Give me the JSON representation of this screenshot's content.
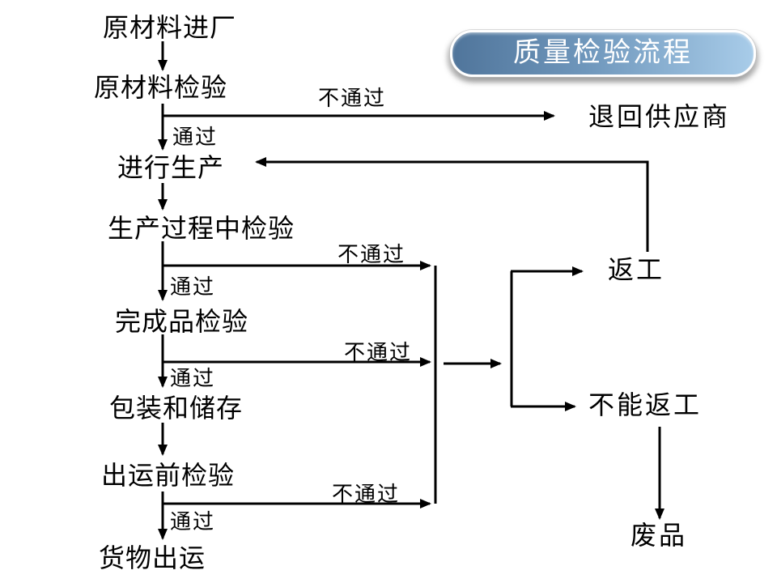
{
  "title_badge": {
    "label": "质量检验流程",
    "gradient_left": "#50759b",
    "gradient_right": "#a8cce9",
    "text_color": "#ffffff"
  },
  "line_color": "#000000",
  "background_color": "#ffffff",
  "nodes": [
    {
      "id": "raw-material-arrival",
      "label": "原材料进厂"
    },
    {
      "id": "raw-material-inspection",
      "label": "原材料检验"
    },
    {
      "id": "production",
      "label": "进行生产"
    },
    {
      "id": "in-process-inspection",
      "label": "生产过程中检验"
    },
    {
      "id": "finished-product-inspection",
      "label": "完成品检验"
    },
    {
      "id": "packing-and-storage",
      "label": "包装和储存"
    },
    {
      "id": "pre-shipment-inspection",
      "label": "出运前检验"
    },
    {
      "id": "goods-shipment",
      "label": "货物出运"
    },
    {
      "id": "return-to-supplier",
      "label": "退回供应商"
    },
    {
      "id": "rework",
      "label": "返工"
    },
    {
      "id": "cannot-rework",
      "label": "不能返工"
    },
    {
      "id": "scrap",
      "label": "废品"
    }
  ],
  "edge_labels": [
    {
      "id": "fail-raw-material",
      "label": "不通过"
    },
    {
      "id": "pass-raw-material",
      "label": "通过"
    },
    {
      "id": "fail-in-process",
      "label": "不通过"
    },
    {
      "id": "pass-in-process",
      "label": "通过"
    },
    {
      "id": "fail-finished",
      "label": "不通过"
    },
    {
      "id": "pass-finished",
      "label": "通过"
    },
    {
      "id": "fail-pre-shipment",
      "label": "不通过"
    },
    {
      "id": "pass-pre-shipment",
      "label": "通过"
    }
  ]
}
